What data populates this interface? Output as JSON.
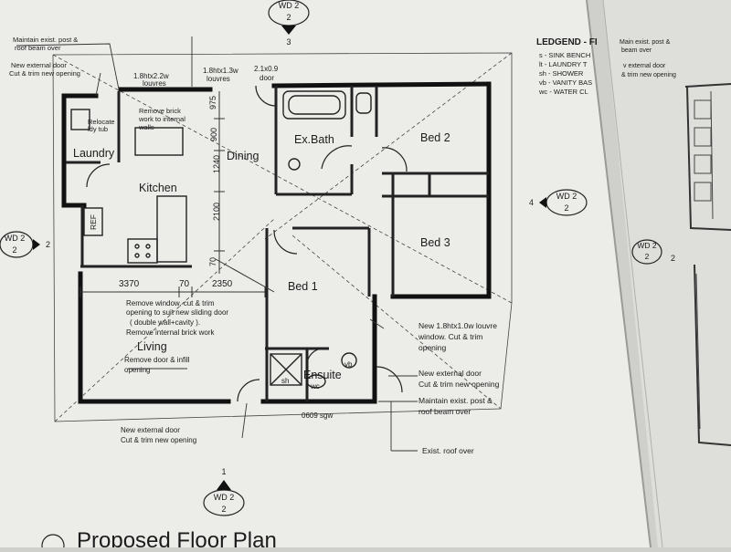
{
  "plan": {
    "title": "Proposed Floor Plan",
    "rooms": {
      "laundry": "Laundry",
      "kitchen": "Kitchen",
      "dining": "Dining",
      "ex_bath": "Ex.Bath",
      "bed2": "Bed 2",
      "bed3": "Bed 3",
      "bed1": "Bed 1",
      "living": "Living",
      "ensuite": "Ensuite"
    },
    "fixtures": {
      "ref": "REF",
      "sh": "sh",
      "wc": "wc",
      "vb": "vb"
    },
    "dimensions": {
      "d3370": "3370",
      "d70a": "70",
      "d2350": "2350",
      "v975": "975",
      "v900": "900",
      "v1240": "1240",
      "v2100": "2100",
      "v70": "70"
    },
    "openings": {
      "louvre1a": "1.8htx2.2w",
      "louvre1b": "louvres",
      "louvre2a": "1.8htx1.3w",
      "louvre2b": "louvres",
      "door1a": "2.1x0.9",
      "door1b": "door",
      "sgw": "0609 sgw"
    },
    "notes": {
      "tl1": "Maintain exist. post &",
      "tl2": "roof beam over",
      "tl3": "New external door",
      "tl4": "Cut & trim new opening",
      "relocate1": "Relocate",
      "relocate2": "ldy tub",
      "brick1": "Remove brick",
      "brick2": "work to internal",
      "brick3": "walls",
      "win1": "Remove window, cut & trim",
      "win2": "opening to suit new sliding door",
      "win3": "( double wall+cavity ).",
      "win4": "Remove internal brick work",
      "infill1": "Remove door & infill",
      "infill2": "opening",
      "bot1": "New external door",
      "bot2": "Cut & trim new opening",
      "r1": "New 1.8htx1.0w louvre",
      "r2": "window. Cut & trim",
      "r3": "opening",
      "r4": "New external door",
      "r5": "Cut & trim new opening",
      "r6": "Maintain exist. post &",
      "r7": "roof beam over",
      "roof": "Exist. roof over"
    },
    "markers": {
      "top_label": "WD 2",
      "top_num": "2",
      "top_arrow": "3",
      "left_label": "WD 2",
      "left_num": "2",
      "left_side": "2",
      "right_label": "WD 2",
      "right_num": "2",
      "right_arrow": "4",
      "bottom_label": "WD 2",
      "bottom_num": "2",
      "bottom_arrow": "1"
    }
  },
  "legend": {
    "title": "LEDGEND - FIX",
    "items": [
      "s  -  SINK BENCH",
      "lt  -  LAUNDRY T",
      "sh  -  SHOWER",
      "vb  -  VANITY BAS",
      "wc  -  WATER CL"
    ],
    "note1": "Main exist. post &",
    "note2": "beam over",
    "note3": "v external door",
    "note4": "& trim new opening"
  },
  "side_sheet": {
    "marker_label": "WD 2",
    "marker_num": "2",
    "side": "2"
  }
}
